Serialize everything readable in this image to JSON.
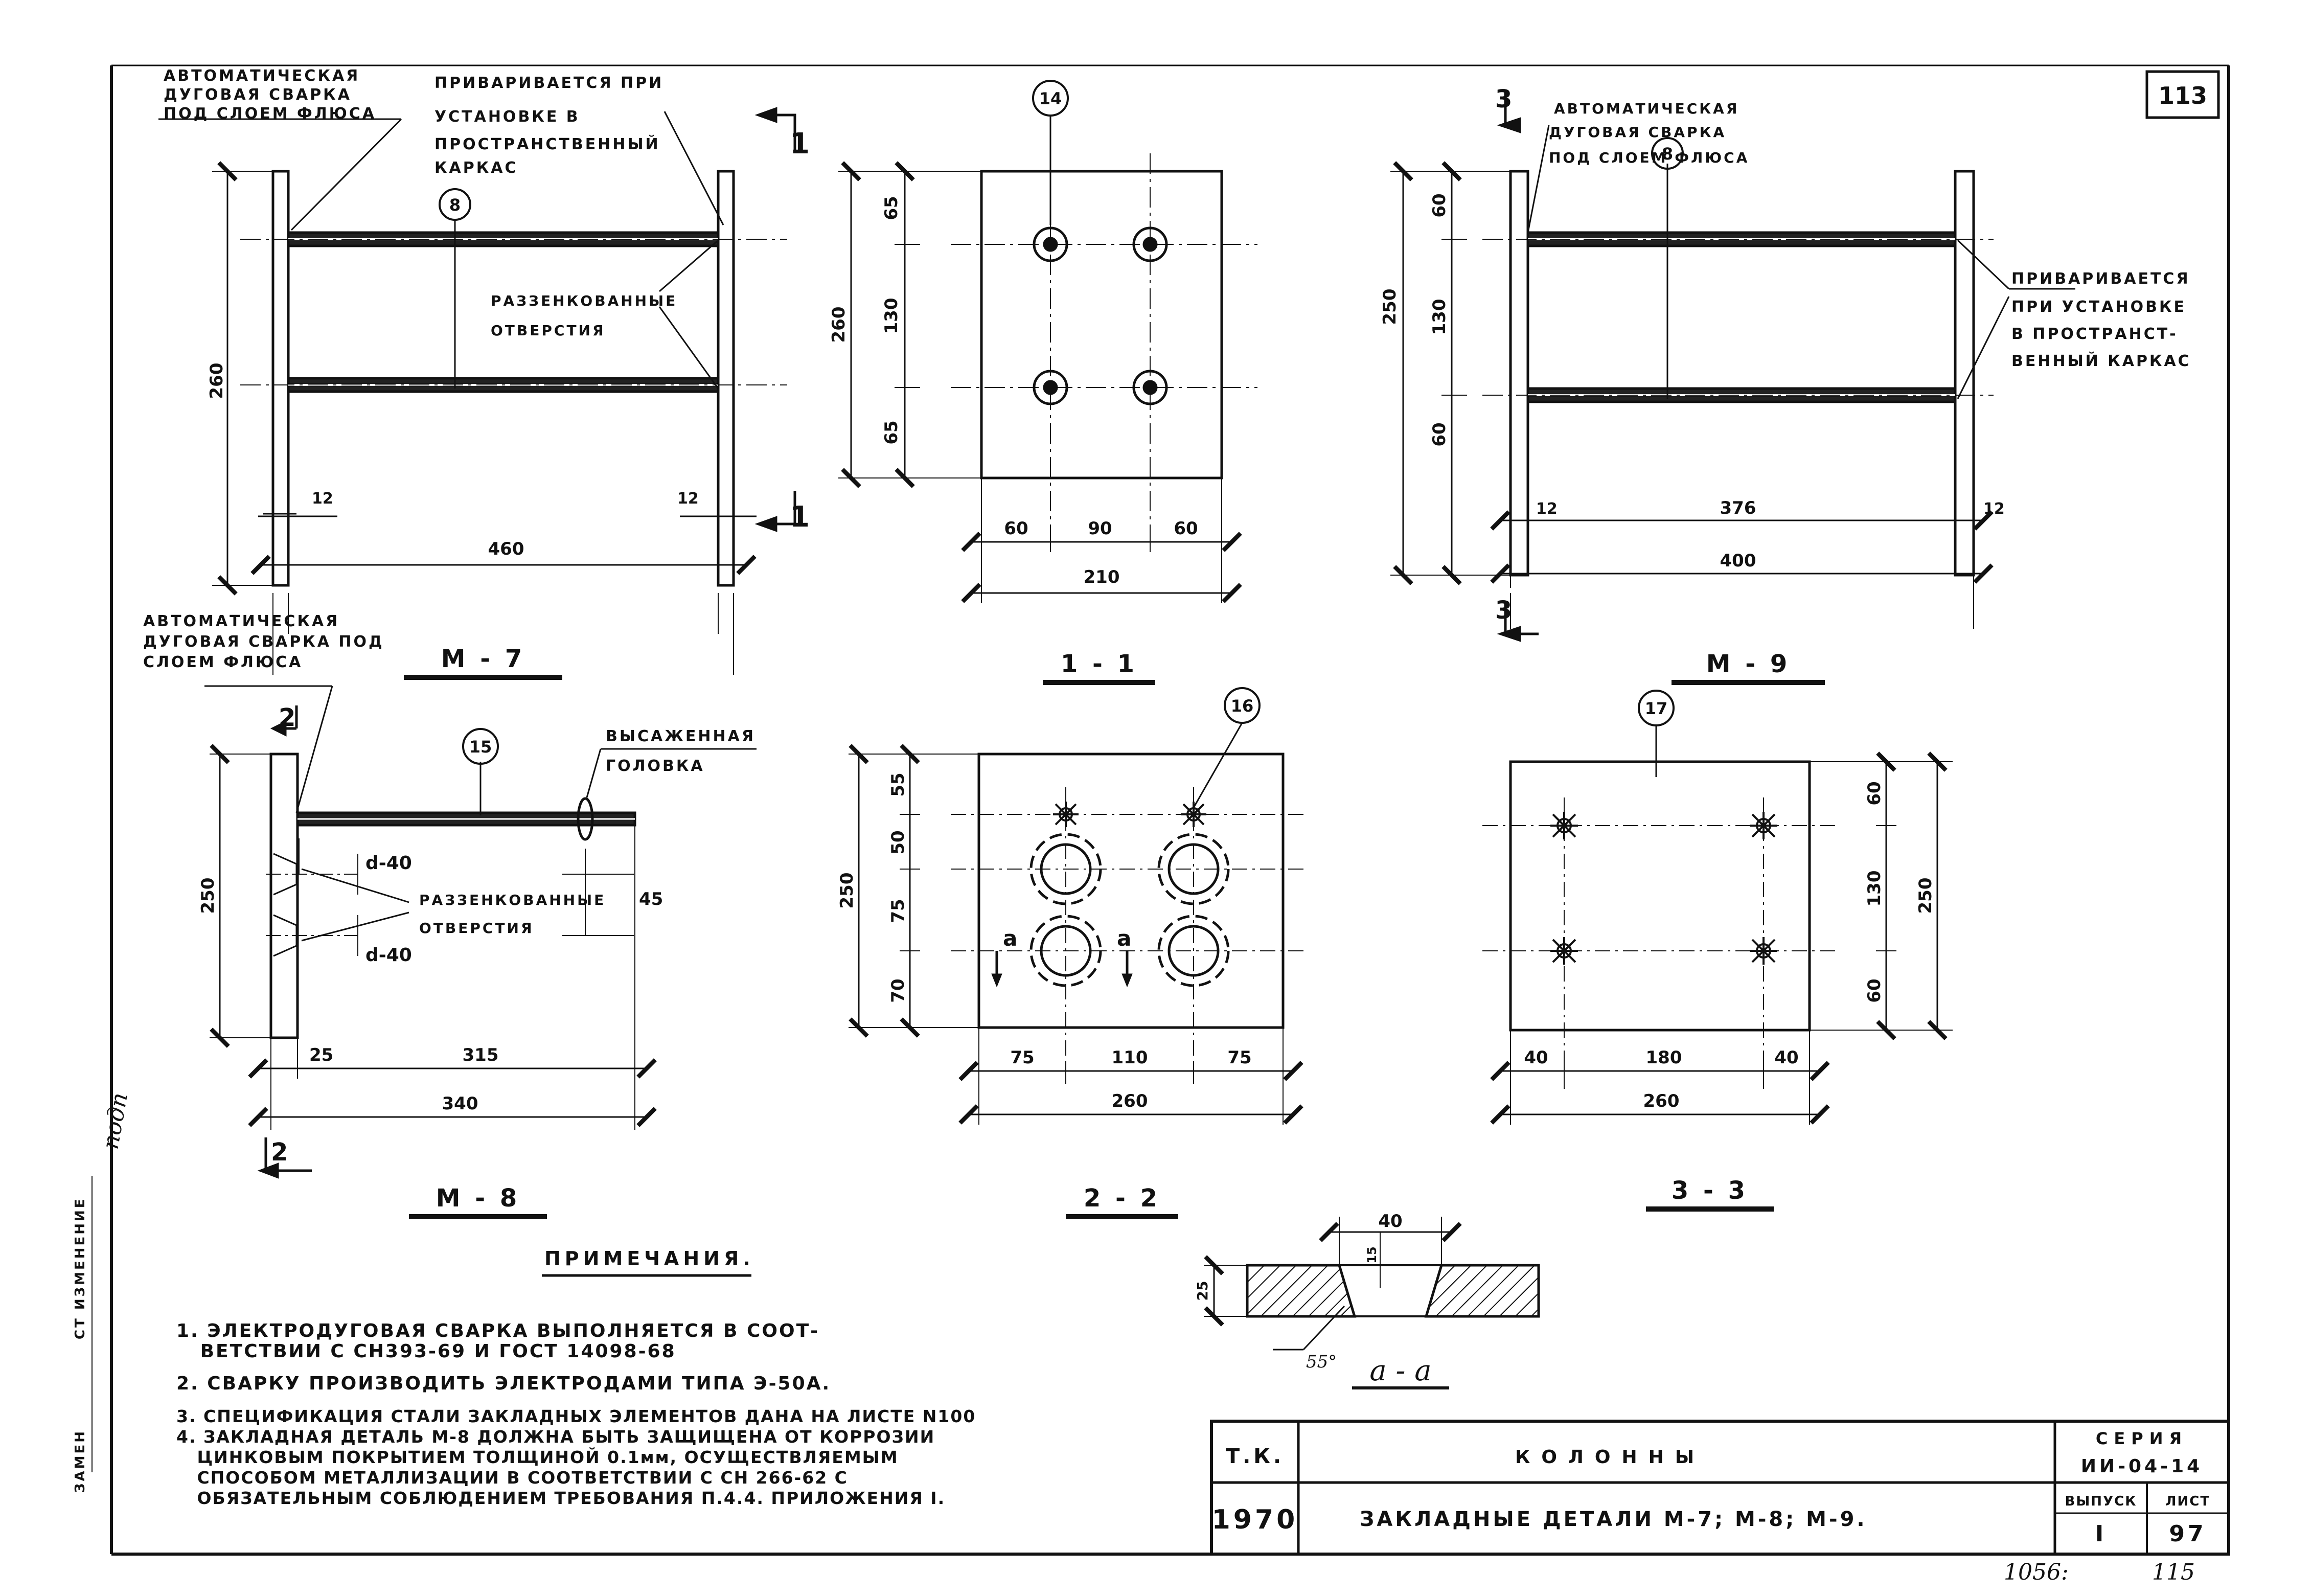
{
  "sheet": {
    "number": "113",
    "handwritten_number": "1056:",
    "handwritten_page": "115"
  },
  "m7": {
    "title": "М - 7",
    "weld_note": [
      "АВТОМАТИЧЕСКАЯ",
      "ДУГОВАЯ СВАРКА",
      "ПОД СЛОЕМ ФЛЮСА"
    ],
    "install_note": [
      "ПРИВАРИВАЕТСЯ ПРИ",
      "УСТАНОВКЕ В",
      "ПРОСТРАНСТВЕННЫЙ",
      "КАРКАС"
    ],
    "holes_note": [
      "РАЗЗЕНКОВАННЫЕ",
      "ОТВЕРСТИЯ"
    ],
    "item": "8",
    "dim_height": "260",
    "dim_left": "12",
    "dim_right": "12",
    "dim_width": "460",
    "section_mark": "1"
  },
  "s11": {
    "title": "1 - 1",
    "item": "14",
    "dim_top": "65",
    "dim_mid": "130",
    "dim_bot": "65",
    "dim_height": "260",
    "dim_w1": "60",
    "dim_w2": "90",
    "dim_w3": "60",
    "dim_width": "210"
  },
  "m9": {
    "title": "М - 9",
    "weld_note": [
      "АВТОМАТИЧЕСКАЯ",
      "ДУГОВАЯ СВАРКА",
      "ПОД СЛОЕМ ФЛЮСА"
    ],
    "install_note": [
      "ПРИВАРИВАЕТСЯ",
      "ПРИ УСТАНОВКЕ",
      "В ПРОСТРАНСТ-",
      "ВЕННЫЙ КАРКАС"
    ],
    "item": "8",
    "dim_top": "60",
    "dim_mid": "130",
    "dim_bot": "60",
    "dim_height": "250",
    "dim_left": "12",
    "dim_mid_w": "376",
    "dim_right": "12",
    "dim_width": "400",
    "section_mark": "3"
  },
  "m8": {
    "title": "М - 8",
    "weld_note": [
      "АВТОМАТИЧЕСКАЯ",
      "ДУГОВАЯ СВАРКА ПОД",
      "СЛОЕМ ФЛЮСА"
    ],
    "head_note": [
      "ВЫСАЖЕННАЯ",
      "ГОЛОВКА"
    ],
    "holes_note": [
      "РАЗЗЕНКОВАННЫЕ",
      "ОТВЕРСТИЯ"
    ],
    "item": "15",
    "d_top": "d-40",
    "d_bot": "d-40",
    "dim_45": "45",
    "dim_height": "250",
    "dim_25": "25",
    "dim_315": "315",
    "dim_width": "340",
    "section_mark": "2"
  },
  "s22": {
    "title": "2 - 2",
    "item": "16",
    "dim_55": "55",
    "dim_50": "50",
    "dim_75": "75",
    "dim_70": "70",
    "dim_height": "250",
    "dim_w1": "75",
    "dim_w2": "110",
    "dim_w3": "75",
    "dim_width": "260",
    "cut_mark": "a"
  },
  "s33": {
    "title": "3 - 3",
    "item": "17",
    "dim_top": "60",
    "dim_mid": "130",
    "dim_bot": "60",
    "dim_height": "250",
    "dim_w1": "40",
    "dim_w2": "180",
    "dim_w3": "40",
    "dim_width": "260"
  },
  "saa": {
    "title": "a - a",
    "dim_40": "40",
    "dim_25": "25",
    "dim_15": "15",
    "angle": "55°"
  },
  "notes": {
    "heading": "ПРИМЕЧАНИЯ.",
    "lines": [
      "1. ЭЛЕКТРОДУГОВАЯ СВАРКА ВЫПОЛНЯЕТСЯ В СООТ-",
      "   ВЕТСТВИИ С СН393-69 И ГОСТ 14098-68",
      "2. СВАРКУ ПРОИЗВОДИТЬ ЭЛЕКТРОДАМИ ТИПА Э-50А.",
      "3. СПЕЦИФИКАЦИЯ СТАЛИ ЗАКЛАДНЫХ ЭЛЕМЕНТОВ ДАНА НА ЛИСТЕ N100",
      "4. ЗАКЛАДНАЯ ДЕТАЛЬ М-8 ДОЛЖНА БЫТЬ ЗАЩИЩЕНА ОТ КОРРОЗИИ",
      "   ЦИНКОВЫМ ПОКРЫТИЕМ ТОЛЩИНОЙ 0.1мм, ОСУЩЕСТВЛЯЕМЫМ",
      "   СПОСОБОМ МЕТАЛЛИЗАЦИИ В СООТВЕТСТВИИ С СН 266-62 С",
      "   ОБЯЗАТЕЛЬНЫМ СОБЛЮДЕНИЕМ ТРЕБОВАНИЯ П.4.4. ПРИЛОЖЕНИЯ I."
    ]
  },
  "stamp": {
    "org": "Т.К.",
    "year": "1970",
    "title": "КОЛОННЫ",
    "subtitle": "ЗАКЛАДНЫЕ ДЕТАЛИ М-7; М-8; М-9.",
    "series_label": "СЕРИЯ",
    "series_value": "ИИ-04-14",
    "issue_label": "ВЫПУСК",
    "issue_value": "I",
    "sheet_label": "ЛИСТ",
    "sheet_value": "97"
  },
  "margin": {
    "label1": "ЗАМЕН",
    "label2": "СТ ИЗМЕНЕНИЕ",
    "signature": "подп"
  }
}
